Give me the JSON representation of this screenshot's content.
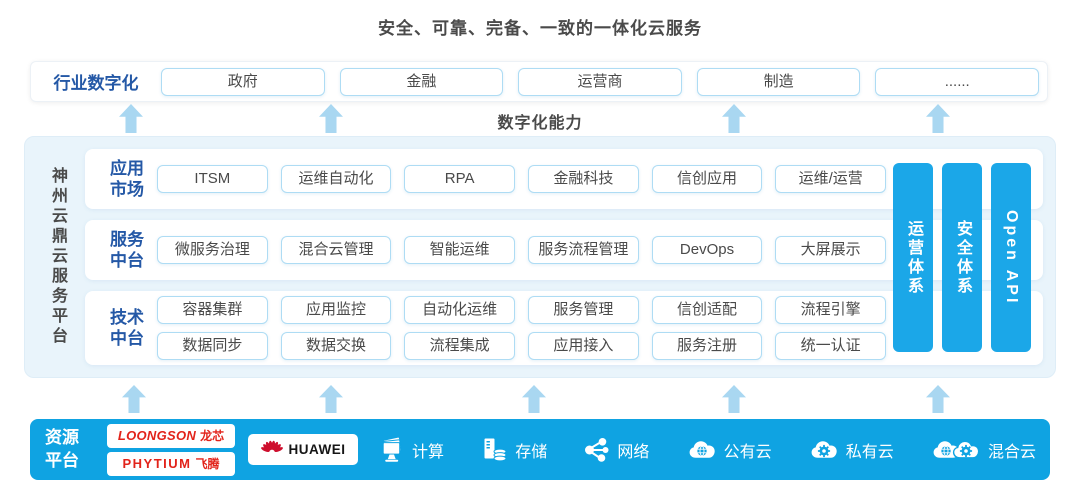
{
  "title": "安全、可靠、完备、一致的一体化云服务",
  "industry": {
    "label": "行业数字化",
    "items": [
      "政府",
      "金融",
      "运营商",
      "制造",
      "......"
    ]
  },
  "capability_label": "数字化能力",
  "platform": {
    "name": "神州云鼎云服务平台",
    "rows": [
      {
        "label": "应用市场",
        "lines": [
          [
            "ITSM",
            "运维自动化",
            "RPA",
            "金融科技",
            "信创应用",
            "运维/运营"
          ]
        ]
      },
      {
        "label": "服务中台",
        "lines": [
          [
            "微服务治理",
            "混合云管理",
            "智能运维",
            "服务流程管理",
            "DevOps",
            "大屏展示"
          ]
        ]
      },
      {
        "label": "技术中台",
        "lines": [
          [
            "容器集群",
            "应用监控",
            "自动化运维",
            "服务管理",
            "信创适配",
            "流程引擎"
          ],
          [
            "数据同步",
            "数据交换",
            "流程集成",
            "应用接入",
            "服务注册",
            "统一认证"
          ]
        ]
      }
    ],
    "pillars": [
      "运营体系",
      "安全体系",
      "Open API"
    ]
  },
  "resource": {
    "label": "资源平台",
    "chip_vendors": [
      {
        "latin": "LOONGSON",
        "cn": "龙芯"
      },
      {
        "latin": "PHYTIUM",
        "cn": "飞腾"
      }
    ],
    "huawei_label": "HUAWEI",
    "items": [
      {
        "icon": "compute-icon",
        "label": "计算"
      },
      {
        "icon": "storage-icon",
        "label": "存储"
      },
      {
        "icon": "network-icon",
        "label": "网络"
      },
      {
        "icon": "public-cloud-icon",
        "label": "公有云"
      },
      {
        "icon": "private-cloud-icon",
        "label": "私有云"
      },
      {
        "icon": "hybrid-cloud-icon",
        "label": "混合云"
      }
    ]
  },
  "colors": {
    "primary_blue": "#0FA3E2",
    "pillar_blue": "#1BA7E8",
    "label_blue": "#2458A6",
    "arrow_blue": "#A9D7F1",
    "panel_bg": "#E9F4FB",
    "pill_border": "#AEDCF4",
    "text_dark": "#4A4A4A",
    "logo_red": "#E2231A",
    "huawei_red": "#CE0E2D"
  }
}
